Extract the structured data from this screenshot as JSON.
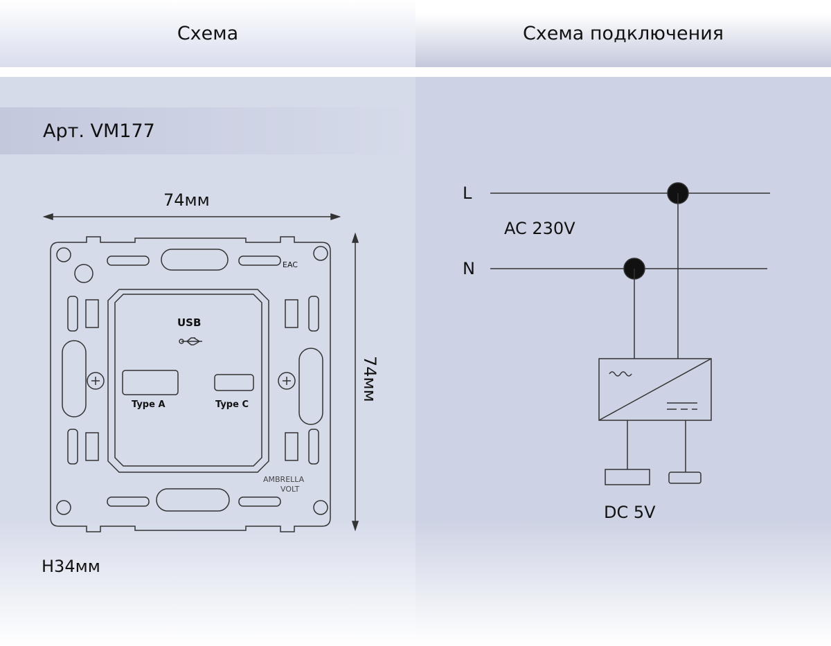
{
  "header": {
    "left_title": "Схема",
    "right_title": "Схема подключения"
  },
  "left": {
    "article": "Арт. VM177",
    "width_label": "74мм",
    "height_label": "74мм",
    "depth_label": "H34мм",
    "device": {
      "usb_label": "USB",
      "port_a": "Type A",
      "port_c": "Type C",
      "brand_line1": "AMBRELLA",
      "brand_line2": "VOLT",
      "cert_mark": "EAC"
    }
  },
  "right": {
    "line_l": "L",
    "line_n": "N",
    "ac_label": "AC 230V",
    "dc_label": "DC 5V"
  },
  "colors": {
    "left_bg": "#d6dbea",
    "right_bg": "#cdd2e4",
    "line": "#333333"
  }
}
